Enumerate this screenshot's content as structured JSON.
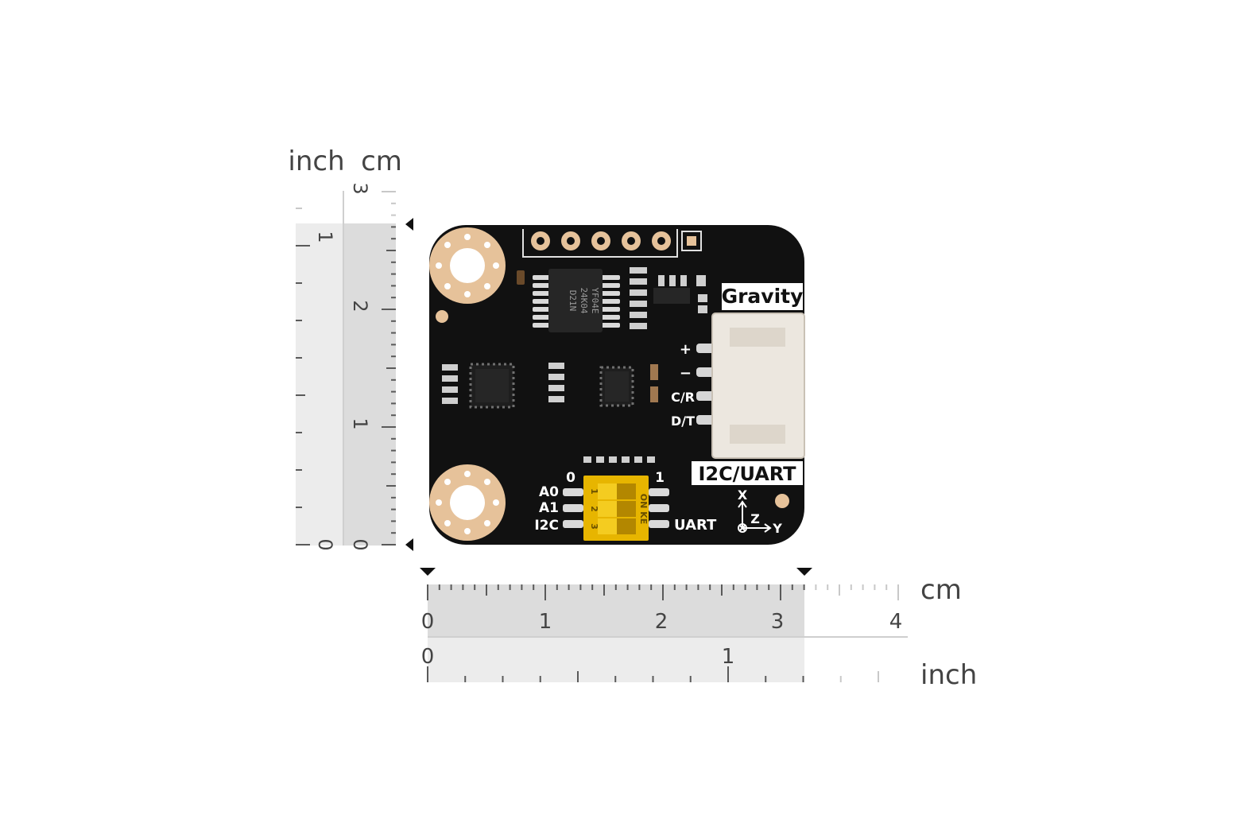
{
  "rulers": {
    "vertical": {
      "header_left": "inch",
      "header_right": "cm",
      "inch_labels": [
        "1",
        "0"
      ],
      "cm_labels": [
        "3",
        "2",
        "1",
        "0"
      ]
    },
    "horizontal": {
      "cm_unit": "cm",
      "inch_unit": "inch",
      "cm_labels": [
        "0",
        "1",
        "2",
        "3",
        "4"
      ],
      "inch_labels": [
        "0",
        "1"
      ]
    }
  },
  "board": {
    "gravity_label": "Gravity",
    "interface_label": "I2C/UART",
    "pins": [
      "+",
      "−",
      "C/R",
      "D/T"
    ],
    "switch_left_labels": [
      "A0",
      "A1",
      "I2C"
    ],
    "switch_right_label": "UART",
    "switch_scale": [
      "0",
      "1"
    ],
    "switch_numbers": [
      "1",
      "2",
      "3"
    ],
    "switch_side_text": "ON KE",
    "axes": [
      "X",
      "Z",
      "Y"
    ],
    "chip_main_text": [
      "YF04E",
      "24K04",
      "D21N"
    ]
  },
  "colors": {
    "board": "#111111",
    "silkscreen": "#ffffff",
    "copper_ring": "#e6c29a",
    "connector": "#ece7df",
    "dip_switch": "#f2c200",
    "ruler_band_dark": "#dcdcdc",
    "ruler_band_light": "#ececec"
  }
}
